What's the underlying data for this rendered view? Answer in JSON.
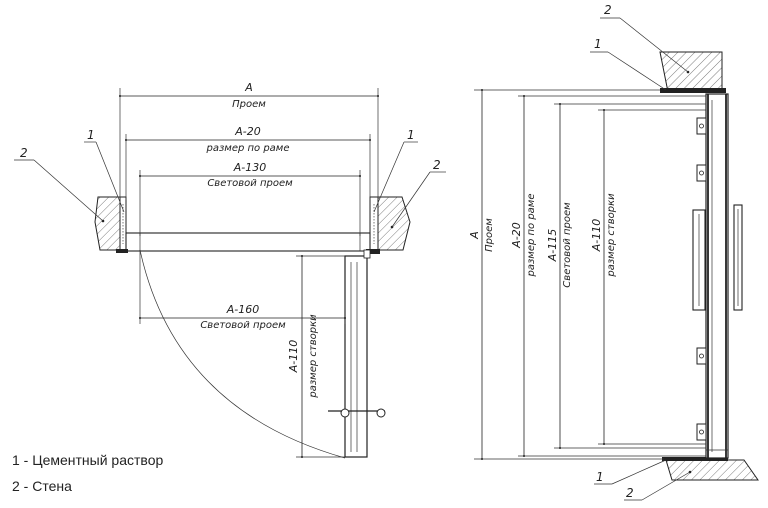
{
  "plan": {
    "overall": {
      "dim": "A",
      "name": "Проем"
    },
    "frame": {
      "dim": "A-20",
      "name": "размер по раме"
    },
    "light": {
      "dim": "A-130",
      "name": "Световой проем"
    },
    "open_light": {
      "dim": "A-160",
      "name": "Световой проем"
    },
    "leaf": {
      "dim": "A-110",
      "name": "размер створки"
    },
    "callouts": {
      "left_1": "1",
      "left_2": "2",
      "right_1": "1",
      "right_2": "2"
    }
  },
  "elevation": {
    "overall": {
      "dim": "A",
      "name": "Проем"
    },
    "frame": {
      "dim": "A-20",
      "name": "размер по раме"
    },
    "light": {
      "dim": "A-115",
      "name": "Световой проем"
    },
    "leaf": {
      "dim": "A-110",
      "name": "размер створки"
    },
    "callouts": {
      "top_2": "2",
      "top_1": "1",
      "bottom_1": "1",
      "bottom_2": "2"
    }
  },
  "legend": [
    "1 - Цементный раствор",
    "2 - Стена"
  ]
}
